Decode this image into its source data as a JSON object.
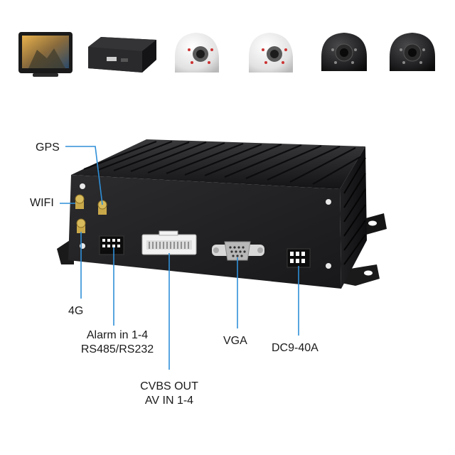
{
  "products": [
    {
      "name": "monitor"
    },
    {
      "name": "mdvr-unit"
    },
    {
      "name": "white-dome-camera"
    },
    {
      "name": "white-dome-camera"
    },
    {
      "name": "black-side-camera"
    },
    {
      "name": "black-side-camera"
    }
  ],
  "callouts": {
    "gps": "GPS",
    "wifi": "WIFI",
    "g4": "4G",
    "alarm_line1": "Alarm in 1-4",
    "alarm_line2": "RS485/RS232",
    "vga": "VGA",
    "dc": "DC9-40A",
    "cvbs_line1": "CVBS OUT",
    "cvbs_line2": "AV IN 1-4"
  },
  "colors": {
    "callout_line": "#2f8fd8",
    "device_body": "#1d1d1f",
    "device_face": "#262628",
    "connector_white": "#f2f2f2",
    "antenna_gold": "#c9a84a"
  }
}
